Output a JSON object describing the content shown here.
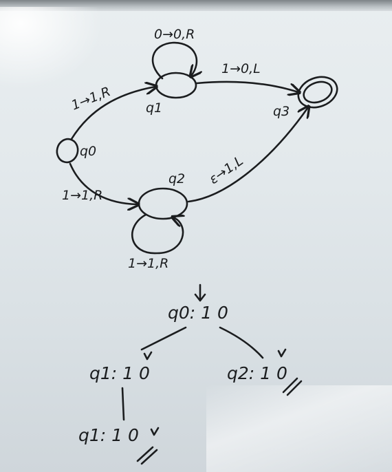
{
  "states": {
    "q0": "q0",
    "q1": "q1",
    "q2": "q2",
    "q3": "q3"
  },
  "transitions": {
    "q1_loop": "0→0,R",
    "q0_to_q1": "1→1,R",
    "q1_to_q3": "1→0,L",
    "q0_to_q2": "1→1,R",
    "q2_loop": "1→1,R",
    "q2_to_q3": "ε→1,L"
  },
  "tree": {
    "root": "q0: 1 0",
    "left": "q1: 1 0",
    "right": "q2: 1 0",
    "left_child": "q1: 1 0"
  }
}
